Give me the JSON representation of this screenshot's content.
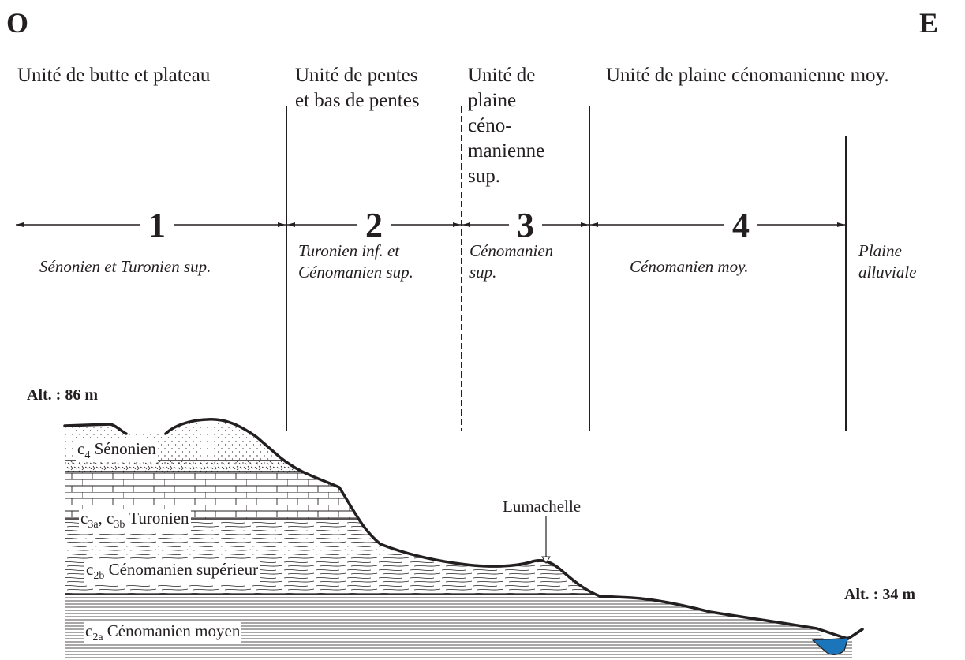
{
  "orientation": {
    "west": "O",
    "east": "E"
  },
  "units": [
    {
      "id": 1,
      "title": "Unité de butte et plateau",
      "stage": "Sénonien et Turonien sup."
    },
    {
      "id": 2,
      "title": "Unité de pentes\net bas de pentes",
      "stage": "Turonien inf. et\nCénomanien sup."
    },
    {
      "id": 3,
      "title": "Unité de\nplaine\ncéno-\nmanienne\nsup.",
      "stage": "Cénomanien\nsup."
    },
    {
      "id": 4,
      "title": "Unité de plaine cénomanienne moy.",
      "stage": "Cénomanien moy."
    }
  ],
  "alluvial_plain": "Plaine\nalluviale",
  "altitudes": {
    "high": "Alt. : 86 m",
    "low": "Alt. : 34 m"
  },
  "lumachelle": "Lumachelle",
  "layers": [
    {
      "code": "c",
      "sub": "4",
      "name": "Sénonien"
    },
    {
      "code": "c",
      "sub": "3a",
      "code2": "c",
      "sub2": "3b",
      "name": "Turonien"
    },
    {
      "code": "c",
      "sub": "2b",
      "name": "Cénomanien supérieur"
    },
    {
      "code": "c",
      "sub": "2a",
      "name": "Cénomanien moyen"
    }
  ],
  "colors": {
    "ink": "#231f20",
    "water": "#1a75bb"
  }
}
